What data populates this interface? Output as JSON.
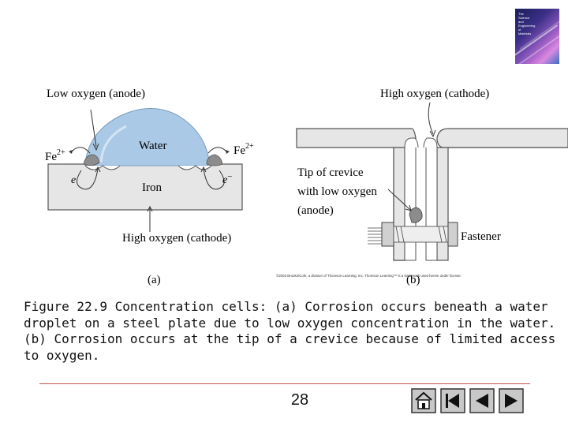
{
  "diagram_a": {
    "label_low_oxygen": "Low oxygen (anode)",
    "label_water": "Water",
    "label_iron": "Iron",
    "label_fe_base": "Fe",
    "label_fe_sup": "2+",
    "label_electron": "e",
    "label_electron_minus": "−",
    "label_high_oxygen": "High oxygen (cathode)",
    "panel_label": "(a)"
  },
  "diagram_b": {
    "label_high_oxygen": "High oxygen (cathode)",
    "label_tip_line1": "Tip of crevice",
    "label_tip_line2": "with  low oxygen",
    "label_tip_line3": "(anode)",
    "label_fastener": "Fastener",
    "panel_label": "(b)"
  },
  "credit": "©2003 Brooks/Cole, a division of Thomson Learning, Inc.  Thomson Learning™ is a trademark used herein under license.",
  "caption": "Figure 22.9  Concentration cells: (a) Corrosion occurs beneath a water droplet on a steel plate due to low oxygen concentration in the water. (b) Corrosion occurs at the tip of a crevice because of limited access to oxygen.",
  "page_number": "28",
  "colors": {
    "water": "#a9c9e6",
    "iron": "#e6e6e6",
    "rust": "#8c8c8c",
    "divider": "#c0504d",
    "nav_button": "#c8c8c8"
  },
  "nav": {
    "home_icon": "home-icon",
    "first_icon": "first-slide-icon",
    "prev_icon": "previous-slide-icon",
    "next_icon": "next-slide-icon"
  }
}
